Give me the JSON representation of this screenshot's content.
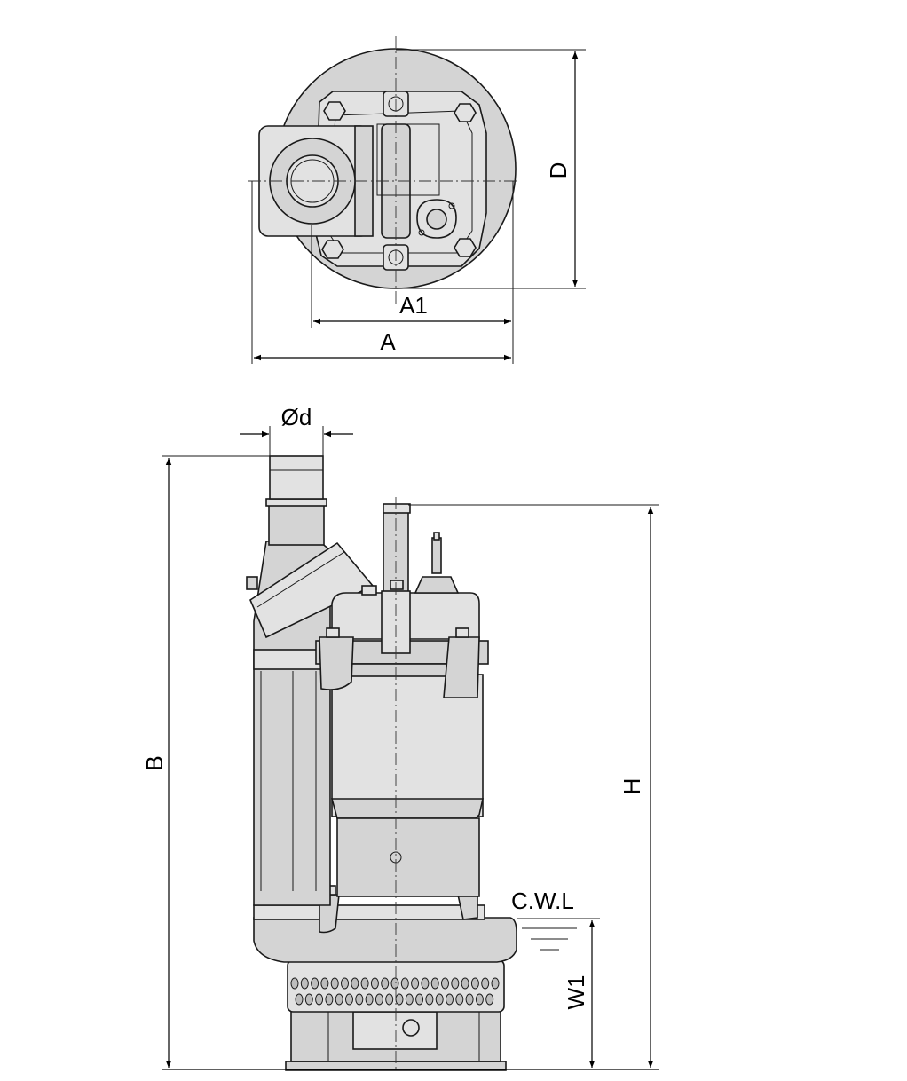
{
  "drawing": {
    "top_view_labels": {
      "a1": "A1",
      "a": "A",
      "d": "D"
    },
    "side_view_labels": {
      "od": "Ød",
      "b": "B",
      "h": "H",
      "cwl": "C.W.L",
      "w1": "W1"
    }
  }
}
